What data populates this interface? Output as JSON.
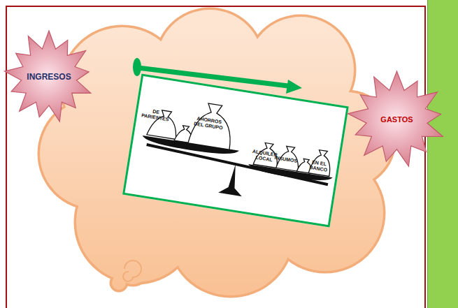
{
  "diagram": {
    "nodes": [
      {
        "text": [
          "INGRESOS"
        ]
      },
      {
        "text": [
          "GASTOS"
        ]
      }
    ],
    "labels": [
      "DE PARIENTES",
      "AHORROS DEL GRUPO",
      "ALQUILER LOCAL",
      "INSUMOS",
      "EN EL BANCO"
    ]
  }
}
